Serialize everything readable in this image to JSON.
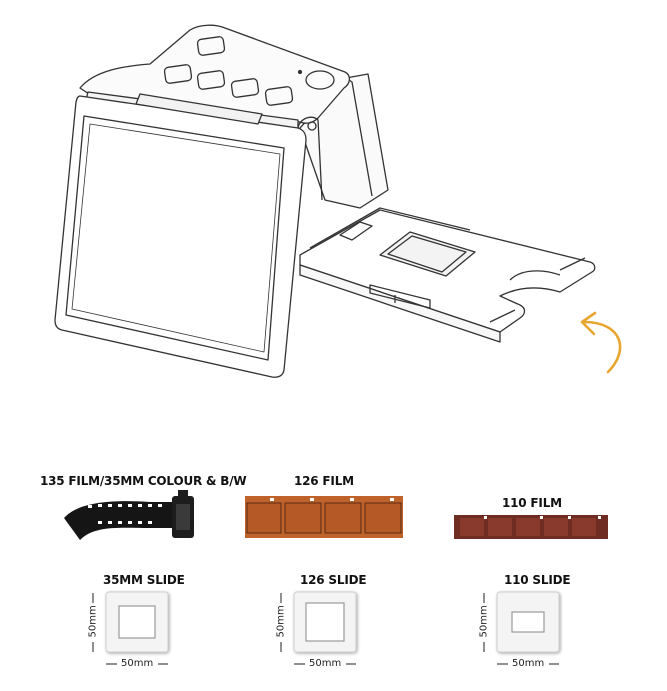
{
  "formats": {
    "film135": {
      "label": "135 FILM/35MM COLOUR & B/W"
    },
    "film126": {
      "label": "126 FILM"
    },
    "film110": {
      "label": "110 FILM"
    },
    "slide35": {
      "label": "35MM SLIDE",
      "height": "50mm",
      "width": "50mm"
    },
    "slide126": {
      "label": "126 SLIDE",
      "height": "50mm",
      "width": "50mm"
    },
    "slide110": {
      "label": "110 SLIDE",
      "height": "50mm",
      "width": "50mm"
    }
  },
  "colors": {
    "film126": "#c0622c",
    "film110": "#6e2c22",
    "arrow": "#e7a62f",
    "line": "#333333"
  }
}
